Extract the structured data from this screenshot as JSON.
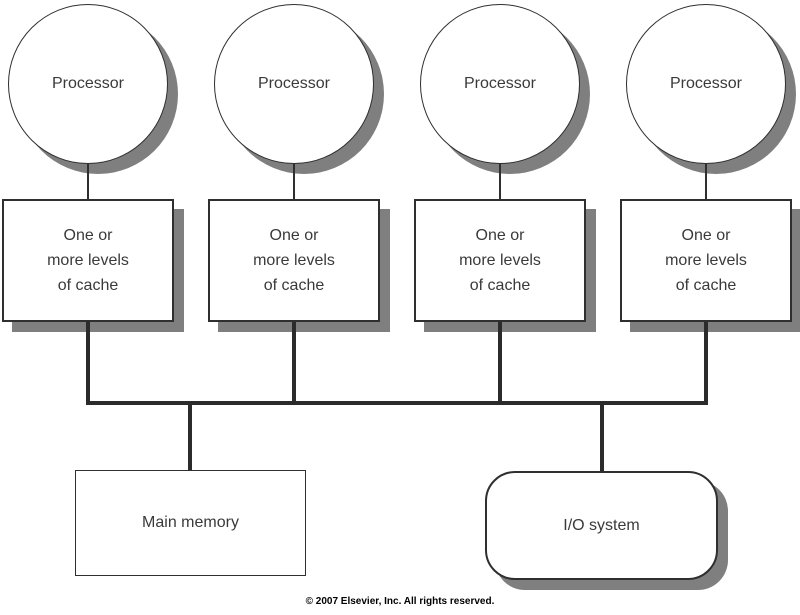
{
  "units": [
    {
      "processor": "Processor",
      "cache": "One or\nmore levels\nof cache"
    },
    {
      "processor": "Processor",
      "cache": "One or\nmore levels\nof cache"
    },
    {
      "processor": "Processor",
      "cache": "One or\nmore levels\nof cache"
    },
    {
      "processor": "Processor",
      "cache": "One or\nmore levels\nof cache"
    }
  ],
  "memory": {
    "label": "Main memory"
  },
  "io": {
    "label": "I/O system"
  },
  "footer": {
    "copyright": "© 2007 Elsevier, Inc. All rights reserved."
  },
  "colors": {
    "background": "#ffffff",
    "line": "#2b2b2b",
    "border": "#2f2f2f",
    "shadow": "#7f7f7f",
    "text": "#3a3a3a"
  }
}
